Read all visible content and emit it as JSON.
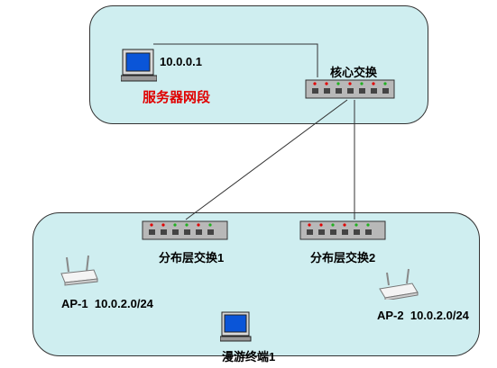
{
  "server_zone": {
    "label": "服务器网段",
    "server_ip": "10.0.0.1"
  },
  "core_switch": {
    "label": "核心交换"
  },
  "dist_switches": [
    {
      "label": "分布层交换1"
    },
    {
      "label": "分布层交换2"
    }
  ],
  "access_points": [
    {
      "name": "AP-1",
      "subnet": "10.0.2.0/24"
    },
    {
      "name": "AP-2",
      "subnet": "10.0.2.0/24"
    }
  ],
  "roaming_terminal": {
    "label": "漫游终端1"
  },
  "colors": {
    "zone_fill": "#cfeef0",
    "switch_body": "#b8b8b8",
    "label_red": "#e00000",
    "link": "#333333"
  }
}
